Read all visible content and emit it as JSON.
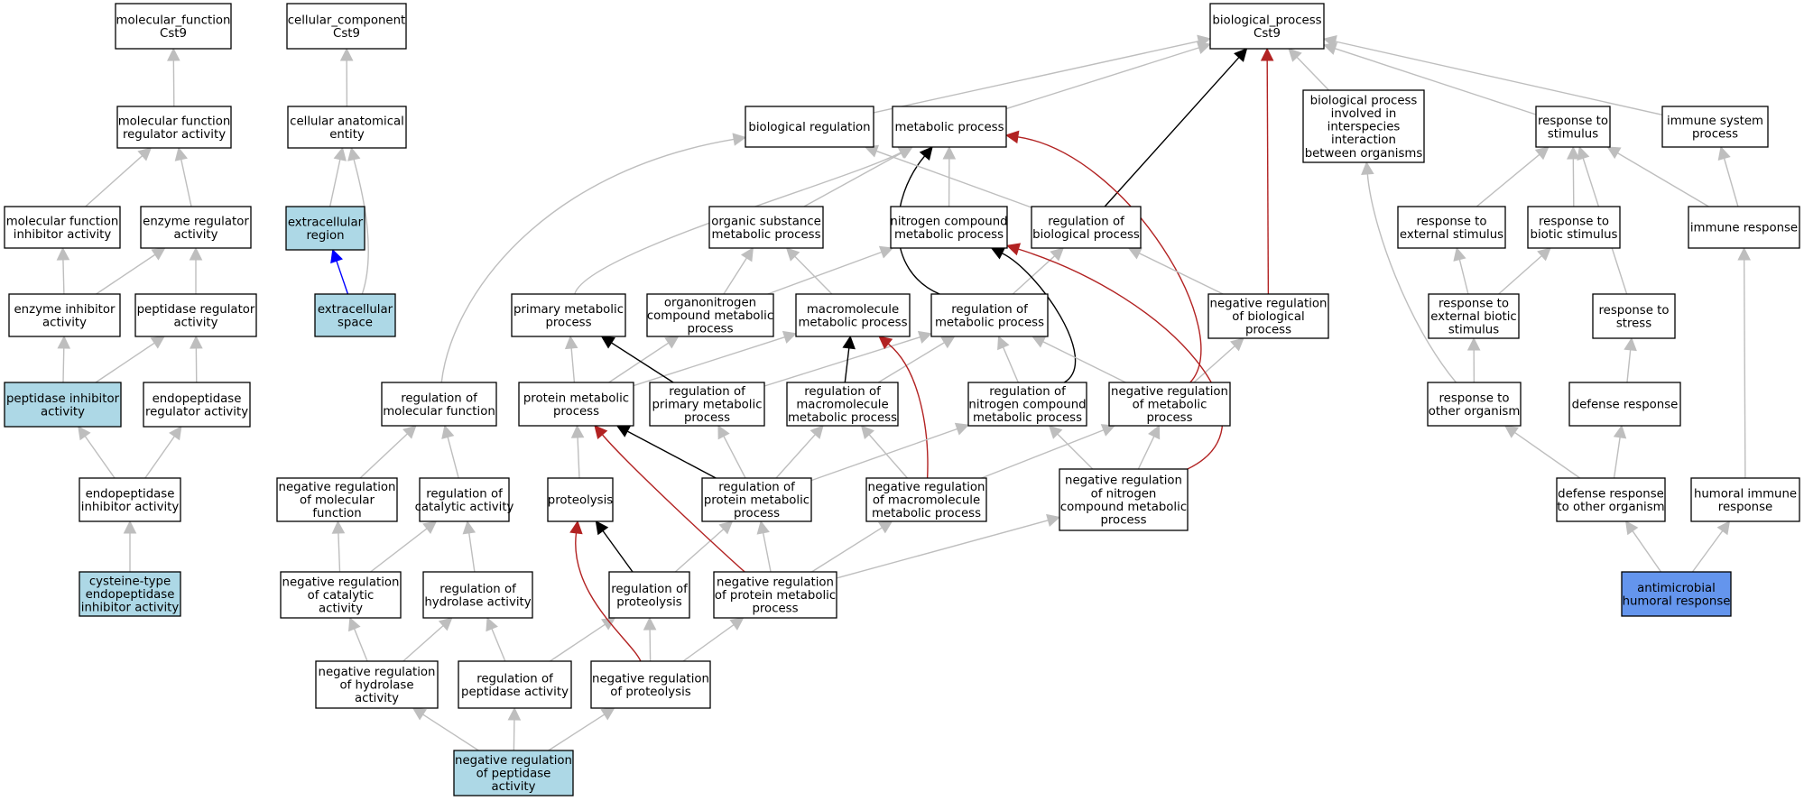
{
  "colors": {
    "default_fill": "#ffffff",
    "light_blue": "#add8e6",
    "highlight_blue": "#6495ed",
    "edge_gray": "#bebebe",
    "edge_black": "#000000",
    "edge_red": "#b22222",
    "edge_blue": "#0000ff"
  },
  "nodes": {
    "mf": {
      "lines": [
        "molecular_function",
        "Cst9"
      ],
      "fill": "default_fill"
    },
    "cc": {
      "lines": [
        "cellular_component",
        "Cst9"
      ],
      "fill": "default_fill"
    },
    "bp": {
      "lines": [
        "biological_process",
        "Cst9"
      ],
      "fill": "default_fill"
    },
    "mfra": {
      "lines": [
        "molecular function",
        "regulator activity"
      ],
      "fill": "default_fill"
    },
    "cae": {
      "lines": [
        "cellular anatomical",
        "entity"
      ],
      "fill": "default_fill"
    },
    "mfia": {
      "lines": [
        "molecular function",
        "inhibitor activity"
      ],
      "fill": "default_fill"
    },
    "era": {
      "lines": [
        "enzyme regulator",
        "activity"
      ],
      "fill": "default_fill"
    },
    "er": {
      "lines": [
        "extracellular",
        "region"
      ],
      "fill": "light_blue"
    },
    "eia": {
      "lines": [
        "enzyme inhibitor",
        "activity"
      ],
      "fill": "default_fill"
    },
    "pra": {
      "lines": [
        "peptidase regulator",
        "activity"
      ],
      "fill": "default_fill"
    },
    "es": {
      "lines": [
        "extracellular",
        "space"
      ],
      "fill": "light_blue"
    },
    "pia": {
      "lines": [
        "peptidase inhibitor",
        "activity"
      ],
      "fill": "light_blue"
    },
    "epra": {
      "lines": [
        "endopeptidase",
        "regulator activity"
      ],
      "fill": "default_fill"
    },
    "epia": {
      "lines": [
        "endopeptidase",
        "inhibitor activity"
      ],
      "fill": "default_fill"
    },
    "ctepia": {
      "lines": [
        "cysteine-type",
        "endopeptidase",
        "inhibitor activity"
      ],
      "fill": "light_blue"
    },
    "breg": {
      "lines": [
        "biological regulation"
      ],
      "fill": "default_fill"
    },
    "metp": {
      "lines": [
        "metabolic process"
      ],
      "fill": "default_fill"
    },
    "bpii": {
      "lines": [
        "biological process",
        "involved in",
        "interspecies",
        "interaction",
        "between organisms"
      ],
      "fill": "default_fill"
    },
    "rts": {
      "lines": [
        "response to",
        "stimulus"
      ],
      "fill": "default_fill"
    },
    "isp": {
      "lines": [
        "immune system",
        "process"
      ],
      "fill": "default_fill"
    },
    "osmp": {
      "lines": [
        "organic substance",
        "metabolic process"
      ],
      "fill": "default_fill"
    },
    "ncmp": {
      "lines": [
        "nitrogen compound",
        "metabolic process"
      ],
      "fill": "default_fill"
    },
    "rbp": {
      "lines": [
        "regulation of",
        "biological process"
      ],
      "fill": "default_fill"
    },
    "rtes": {
      "lines": [
        "response to",
        "external stimulus"
      ],
      "fill": "default_fill"
    },
    "rtbs": {
      "lines": [
        "response to",
        "biotic stimulus"
      ],
      "fill": "default_fill"
    },
    "ir": {
      "lines": [
        "immune response"
      ],
      "fill": "default_fill"
    },
    "pmp": {
      "lines": [
        "primary metabolic",
        "process"
      ],
      "fill": "default_fill"
    },
    "oncmp": {
      "lines": [
        "organonitrogen",
        "compound metabolic",
        "process"
      ],
      "fill": "default_fill"
    },
    "mmp": {
      "lines": [
        "macromolecule",
        "metabolic process"
      ],
      "fill": "default_fill"
    },
    "rmp": {
      "lines": [
        "regulation of",
        "metabolic process"
      ],
      "fill": "default_fill"
    },
    "nrbp": {
      "lines": [
        "negative regulation",
        "of biological",
        "process"
      ],
      "fill": "default_fill"
    },
    "rtebs": {
      "lines": [
        "response to",
        "external biotic",
        "stimulus"
      ],
      "fill": "default_fill"
    },
    "rtstress": {
      "lines": [
        "response to",
        "stress"
      ],
      "fill": "default_fill"
    },
    "rmf": {
      "lines": [
        "regulation of",
        "molecular function"
      ],
      "fill": "default_fill"
    },
    "protmp": {
      "lines": [
        "protein metabolic",
        "process"
      ],
      "fill": "default_fill"
    },
    "rpmp": {
      "lines": [
        "regulation of",
        "primary metabolic",
        "process"
      ],
      "fill": "default_fill"
    },
    "rmmp": {
      "lines": [
        "regulation of",
        "macromolecule",
        "metabolic process"
      ],
      "fill": "default_fill"
    },
    "rncmp": {
      "lines": [
        "regulation of",
        "nitrogen compound",
        "metabolic process"
      ],
      "fill": "default_fill"
    },
    "nrmp": {
      "lines": [
        "negative regulation",
        "of metabolic",
        "process"
      ],
      "fill": "default_fill"
    },
    "rtoo": {
      "lines": [
        "response to",
        "other organism"
      ],
      "fill": "default_fill"
    },
    "dr": {
      "lines": [
        "defense response"
      ],
      "fill": "default_fill"
    },
    "nrmf": {
      "lines": [
        "negative regulation",
        "of molecular",
        "function"
      ],
      "fill": "default_fill"
    },
    "rca": {
      "lines": [
        "regulation of",
        "catalytic activity"
      ],
      "fill": "default_fill"
    },
    "proteolysis": {
      "lines": [
        "proteolysis"
      ],
      "fill": "default_fill"
    },
    "rprotmp": {
      "lines": [
        "regulation of",
        "protein metabolic",
        "process"
      ],
      "fill": "default_fill"
    },
    "nrmmp": {
      "lines": [
        "negative regulation",
        "of macromolecule",
        "metabolic process"
      ],
      "fill": "default_fill"
    },
    "nrncmp": {
      "lines": [
        "negative regulation",
        "of nitrogen",
        "compound metabolic",
        "process"
      ],
      "fill": "default_fill"
    },
    "drtoo": {
      "lines": [
        "defense response",
        "to other organism"
      ],
      "fill": "default_fill"
    },
    "hir": {
      "lines": [
        "humoral immune",
        "response"
      ],
      "fill": "default_fill"
    },
    "nrca": {
      "lines": [
        "negative regulation",
        "of catalytic",
        "activity"
      ],
      "fill": "default_fill"
    },
    "rha": {
      "lines": [
        "regulation of",
        "hydrolase activity"
      ],
      "fill": "default_fill"
    },
    "rproteolysis": {
      "lines": [
        "regulation of",
        "proteolysis"
      ],
      "fill": "default_fill"
    },
    "nrprotmp": {
      "lines": [
        "negative regulation",
        "of protein metabolic",
        "process"
      ],
      "fill": "default_fill"
    },
    "ahr": {
      "lines": [
        "antimicrobial",
        "humoral response"
      ],
      "fill": "highlight_blue"
    },
    "nrha": {
      "lines": [
        "negative regulation",
        "of hydrolase",
        "activity"
      ],
      "fill": "default_fill"
    },
    "rpa": {
      "lines": [
        "regulation of",
        "peptidase activity"
      ],
      "fill": "default_fill"
    },
    "nrproteolysis": {
      "lines": [
        "negative regulation",
        "of proteolysis"
      ],
      "fill": "default_fill"
    },
    "nrpa": {
      "lines": [
        "negative regulation",
        "of peptidase",
        "activity"
      ],
      "fill": "light_blue"
    }
  },
  "edges": [
    {
      "from": "mfra",
      "to": "mf",
      "color": "edge_gray"
    },
    {
      "from": "mfia",
      "to": "mfra",
      "color": "edge_gray"
    },
    {
      "from": "era",
      "to": "mfra",
      "color": "edge_gray"
    },
    {
      "from": "eia",
      "to": "mfia",
      "color": "edge_gray"
    },
    {
      "from": "eia",
      "to": "era",
      "color": "edge_gray"
    },
    {
      "from": "pra",
      "to": "era",
      "color": "edge_gray"
    },
    {
      "from": "pia",
      "to": "eia",
      "color": "edge_gray"
    },
    {
      "from": "pia",
      "to": "pra",
      "color": "edge_gray"
    },
    {
      "from": "epra",
      "to": "pra",
      "color": "edge_gray"
    },
    {
      "from": "epia",
      "to": "pia",
      "color": "edge_gray"
    },
    {
      "from": "epia",
      "to": "epra",
      "color": "edge_gray"
    },
    {
      "from": "ctepia",
      "to": "epia",
      "color": "edge_gray"
    },
    {
      "from": "cae",
      "to": "cc",
      "color": "edge_gray"
    },
    {
      "from": "er",
      "to": "cae",
      "color": "edge_gray"
    },
    {
      "from": "es",
      "to": "cae",
      "color": "edge_gray"
    },
    {
      "from": "es",
      "to": "er",
      "color": "edge_blue"
    },
    {
      "from": "breg",
      "to": "bp",
      "color": "edge_gray"
    },
    {
      "from": "metp",
      "to": "bp",
      "color": "edge_gray"
    },
    {
      "from": "bpii",
      "to": "bp",
      "color": "edge_gray"
    },
    {
      "from": "rts",
      "to": "bp",
      "color": "edge_gray"
    },
    {
      "from": "isp",
      "to": "bp",
      "color": "edge_gray"
    },
    {
      "from": "rbp",
      "to": "bp",
      "color": "edge_black"
    },
    {
      "from": "nrbp",
      "to": "bp",
      "color": "edge_red"
    },
    {
      "from": "osmp",
      "to": "metp",
      "color": "edge_gray"
    },
    {
      "from": "ncmp",
      "to": "metp",
      "color": "edge_gray"
    },
    {
      "from": "pmp",
      "to": "metp",
      "color": "edge_gray"
    },
    {
      "from": "rmp",
      "to": "metp",
      "color": "edge_black"
    },
    {
      "from": "nrmp",
      "to": "metp",
      "color": "edge_red"
    },
    {
      "from": "rbp",
      "to": "breg",
      "color": "edge_gray"
    },
    {
      "from": "rmf",
      "to": "breg",
      "color": "edge_gray"
    },
    {
      "from": "oncmp",
      "to": "osmp",
      "color": "edge_gray"
    },
    {
      "from": "mmp",
      "to": "osmp",
      "color": "edge_gray"
    },
    {
      "from": "oncmp",
      "to": "ncmp",
      "color": "edge_gray"
    },
    {
      "from": "rmp",
      "to": "rbp",
      "color": "edge_gray"
    },
    {
      "from": "nrbp",
      "to": "rbp",
      "color": "edge_gray"
    },
    {
      "from": "rtes",
      "to": "rts",
      "color": "edge_gray"
    },
    {
      "from": "rtbs",
      "to": "rts",
      "color": "edge_gray"
    },
    {
      "from": "rtstress",
      "to": "rts",
      "color": "edge_gray"
    },
    {
      "from": "ir",
      "to": "rts",
      "color": "edge_gray"
    },
    {
      "from": "ir",
      "to": "isp",
      "color": "edge_gray"
    },
    {
      "from": "rtebs",
      "to": "rtes",
      "color": "edge_gray"
    },
    {
      "from": "rtebs",
      "to": "rtbs",
      "color": "edge_gray"
    },
    {
      "from": "rtoo",
      "to": "rtebs",
      "color": "edge_gray"
    },
    {
      "from": "rtoo",
      "to": "bpii",
      "color": "edge_gray"
    },
    {
      "from": "dr",
      "to": "rtstress",
      "color": "edge_gray"
    },
    {
      "from": "drtoo",
      "to": "rtoo",
      "color": "edge_gray"
    },
    {
      "from": "drtoo",
      "to": "dr",
      "color": "edge_gray"
    },
    {
      "from": "hir",
      "to": "ir",
      "color": "edge_gray"
    },
    {
      "from": "ahr",
      "to": "drtoo",
      "color": "edge_gray"
    },
    {
      "from": "ahr",
      "to": "hir",
      "color": "edge_gray"
    },
    {
      "from": "protmp",
      "to": "pmp",
      "color": "edge_gray"
    },
    {
      "from": "protmp",
      "to": "oncmp",
      "color": "edge_gray"
    },
    {
      "from": "protmp",
      "to": "mmp",
      "color": "edge_gray"
    },
    {
      "from": "rpmp",
      "to": "pmp",
      "color": "edge_black"
    },
    {
      "from": "rpmp",
      "to": "rmp",
      "color": "edge_gray"
    },
    {
      "from": "rmmp",
      "to": "mmp",
      "color": "edge_black"
    },
    {
      "from": "rmmp",
      "to": "rmp",
      "color": "edge_gray"
    },
    {
      "from": "rncmp",
      "to": "ncmp",
      "color": "edge_black"
    },
    {
      "from": "rncmp",
      "to": "rmp",
      "color": "edge_gray"
    },
    {
      "from": "nrmp",
      "to": "rmp",
      "color": "edge_gray"
    },
    {
      "from": "nrmp",
      "to": "nrbp",
      "color": "edge_gray"
    },
    {
      "from": "nrmf",
      "to": "rmf",
      "color": "edge_gray"
    },
    {
      "from": "rca",
      "to": "rmf",
      "color": "edge_gray"
    },
    {
      "from": "proteolysis",
      "to": "protmp",
      "color": "edge_gray"
    },
    {
      "from": "rprotmp",
      "to": "protmp",
      "color": "edge_black"
    },
    {
      "from": "rprotmp",
      "to": "rpmp",
      "color": "edge_gray"
    },
    {
      "from": "rprotmp",
      "to": "rmmp",
      "color": "edge_gray"
    },
    {
      "from": "nrmmp",
      "to": "mmp",
      "color": "edge_red"
    },
    {
      "from": "nrmmp",
      "to": "rmmp",
      "color": "edge_gray"
    },
    {
      "from": "nrmmp",
      "to": "nrmp",
      "color": "edge_gray"
    },
    {
      "from": "rprotmp",
      "to": "rncmp",
      "color": "edge_gray"
    },
    {
      "from": "nrncmp",
      "to": "ncmp",
      "color": "edge_red"
    },
    {
      "from": "nrncmp",
      "to": "rncmp",
      "color": "edge_gray"
    },
    {
      "from": "nrncmp",
      "to": "nrmp",
      "color": "edge_gray"
    },
    {
      "from": "nrca",
      "to": "nrmf",
      "color": "edge_gray"
    },
    {
      "from": "nrca",
      "to": "rca",
      "color": "edge_gray"
    },
    {
      "from": "rha",
      "to": "rca",
      "color": "edge_gray"
    },
    {
      "from": "rproteolysis",
      "to": "proteolysis",
      "color": "edge_black"
    },
    {
      "from": "rproteolysis",
      "to": "rprotmp",
      "color": "edge_gray"
    },
    {
      "from": "nrprotmp",
      "to": "protmp",
      "color": "edge_red"
    },
    {
      "from": "nrprotmp",
      "to": "rprotmp",
      "color": "edge_gray"
    },
    {
      "from": "nrprotmp",
      "to": "nrmmp",
      "color": "edge_gray"
    },
    {
      "from": "nrprotmp",
      "to": "nrncmp",
      "color": "edge_gray"
    },
    {
      "from": "nrha",
      "to": "nrca",
      "color": "edge_gray"
    },
    {
      "from": "nrha",
      "to": "rha",
      "color": "edge_gray"
    },
    {
      "from": "rpa",
      "to": "rha",
      "color": "edge_gray"
    },
    {
      "from": "rpa",
      "to": "rproteolysis",
      "color": "edge_gray"
    },
    {
      "from": "nrproteolysis",
      "to": "proteolysis",
      "color": "edge_red"
    },
    {
      "from": "nrproteolysis",
      "to": "rproteolysis",
      "color": "edge_gray"
    },
    {
      "from": "nrproteolysis",
      "to": "nrprotmp",
      "color": "edge_gray"
    },
    {
      "from": "nrpa",
      "to": "nrha",
      "color": "edge_gray"
    },
    {
      "from": "nrpa",
      "to": "rpa",
      "color": "edge_gray"
    },
    {
      "from": "nrpa",
      "to": "nrproteolysis",
      "color": "edge_gray"
    }
  ]
}
